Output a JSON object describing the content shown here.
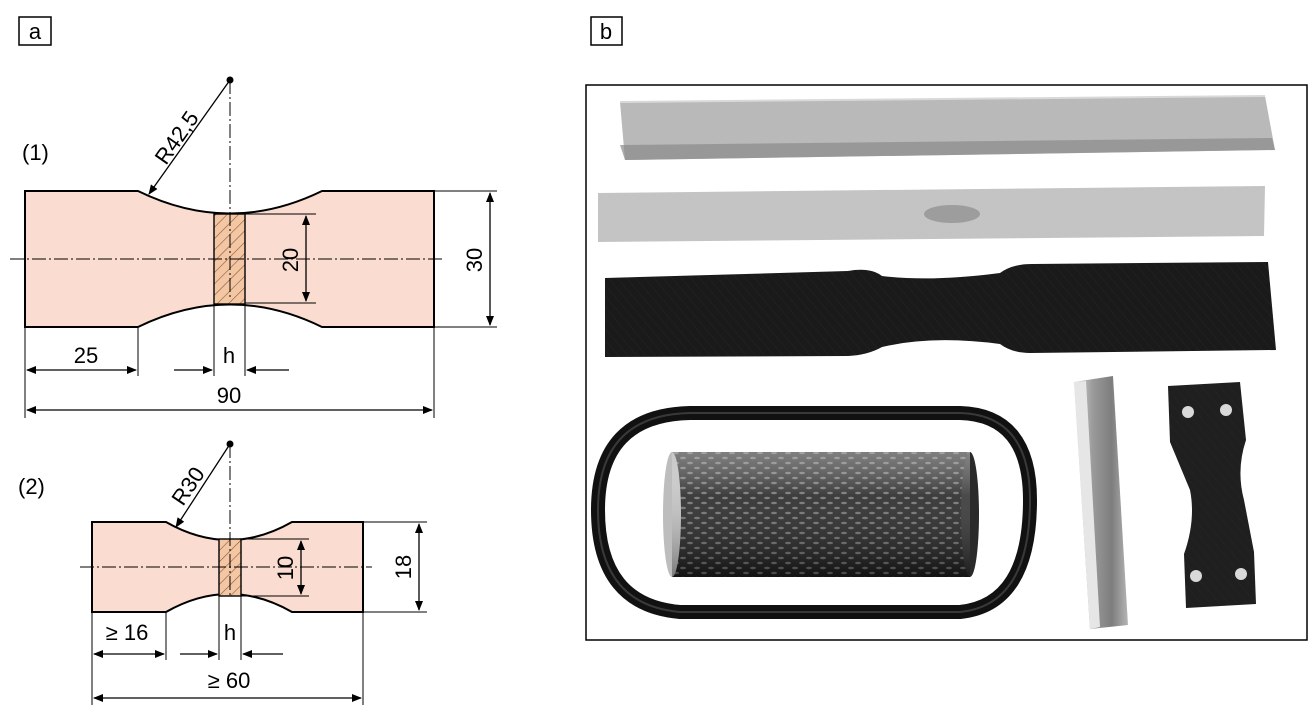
{
  "panel_a": {
    "label": "a",
    "specimen1": {
      "tag": "(1)",
      "radius": "R42,5",
      "height_total": "30",
      "height_neck": "20",
      "shoulder_length": "25",
      "overall_length": "90",
      "gauge_width": "h"
    },
    "specimen2": {
      "tag": "(2)",
      "radius": "R30",
      "height_total": "18",
      "height_neck": "10",
      "shoulder_length": "≥ 16",
      "overall_length": "≥ 60",
      "gauge_width": "h"
    },
    "colors": {
      "body_fill": "#fadcd0",
      "gauge_fill": "#f3c6a4",
      "hatch": "#8a5a3a"
    }
  },
  "panel_b": {
    "label": "b"
  }
}
